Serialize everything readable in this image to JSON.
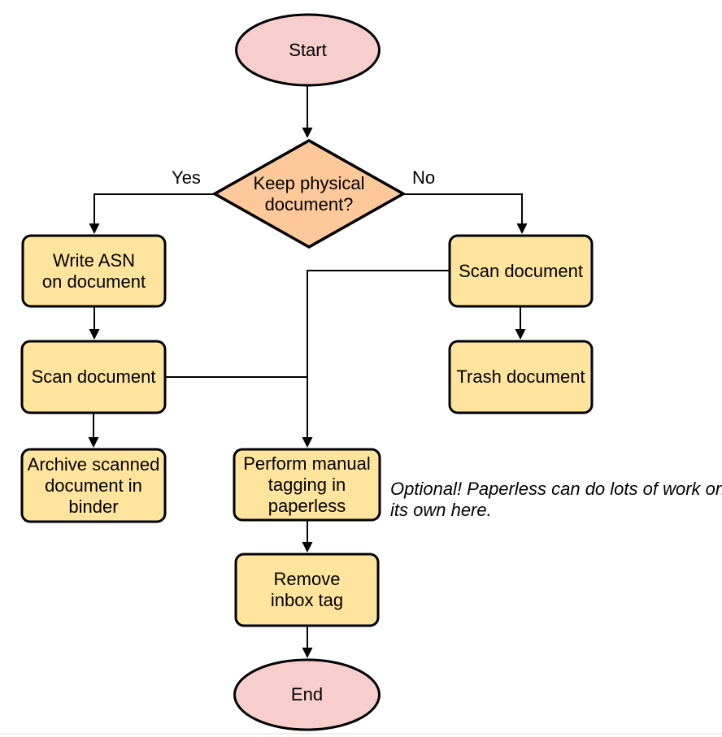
{
  "nodes": {
    "start": {
      "label": "Start"
    },
    "decision": {
      "label": "Keep physical\ndocument?"
    },
    "write_asn": {
      "label": "Write ASN\non document"
    },
    "scan_left": {
      "label": "Scan document"
    },
    "archive": {
      "label": "Archive scanned\ndocument in\nbinder"
    },
    "scan_right": {
      "label": "Scan document"
    },
    "trash": {
      "label": "Trash document"
    },
    "tagging": {
      "label": "Perform manual\ntagging in\npaperless"
    },
    "remove_inbox": {
      "label": "Remove\ninbox tag"
    },
    "end": {
      "label": "End"
    }
  },
  "edge_labels": {
    "yes": "Yes",
    "no": "No"
  },
  "annotation": "Optional! Paperless can do lots of work on\nits own here.",
  "colors": {
    "terminal_fill": "#F8CECC",
    "decision_fill": "#FDC99A",
    "process_fill": "#FEE49C",
    "stroke": "#000000"
  }
}
